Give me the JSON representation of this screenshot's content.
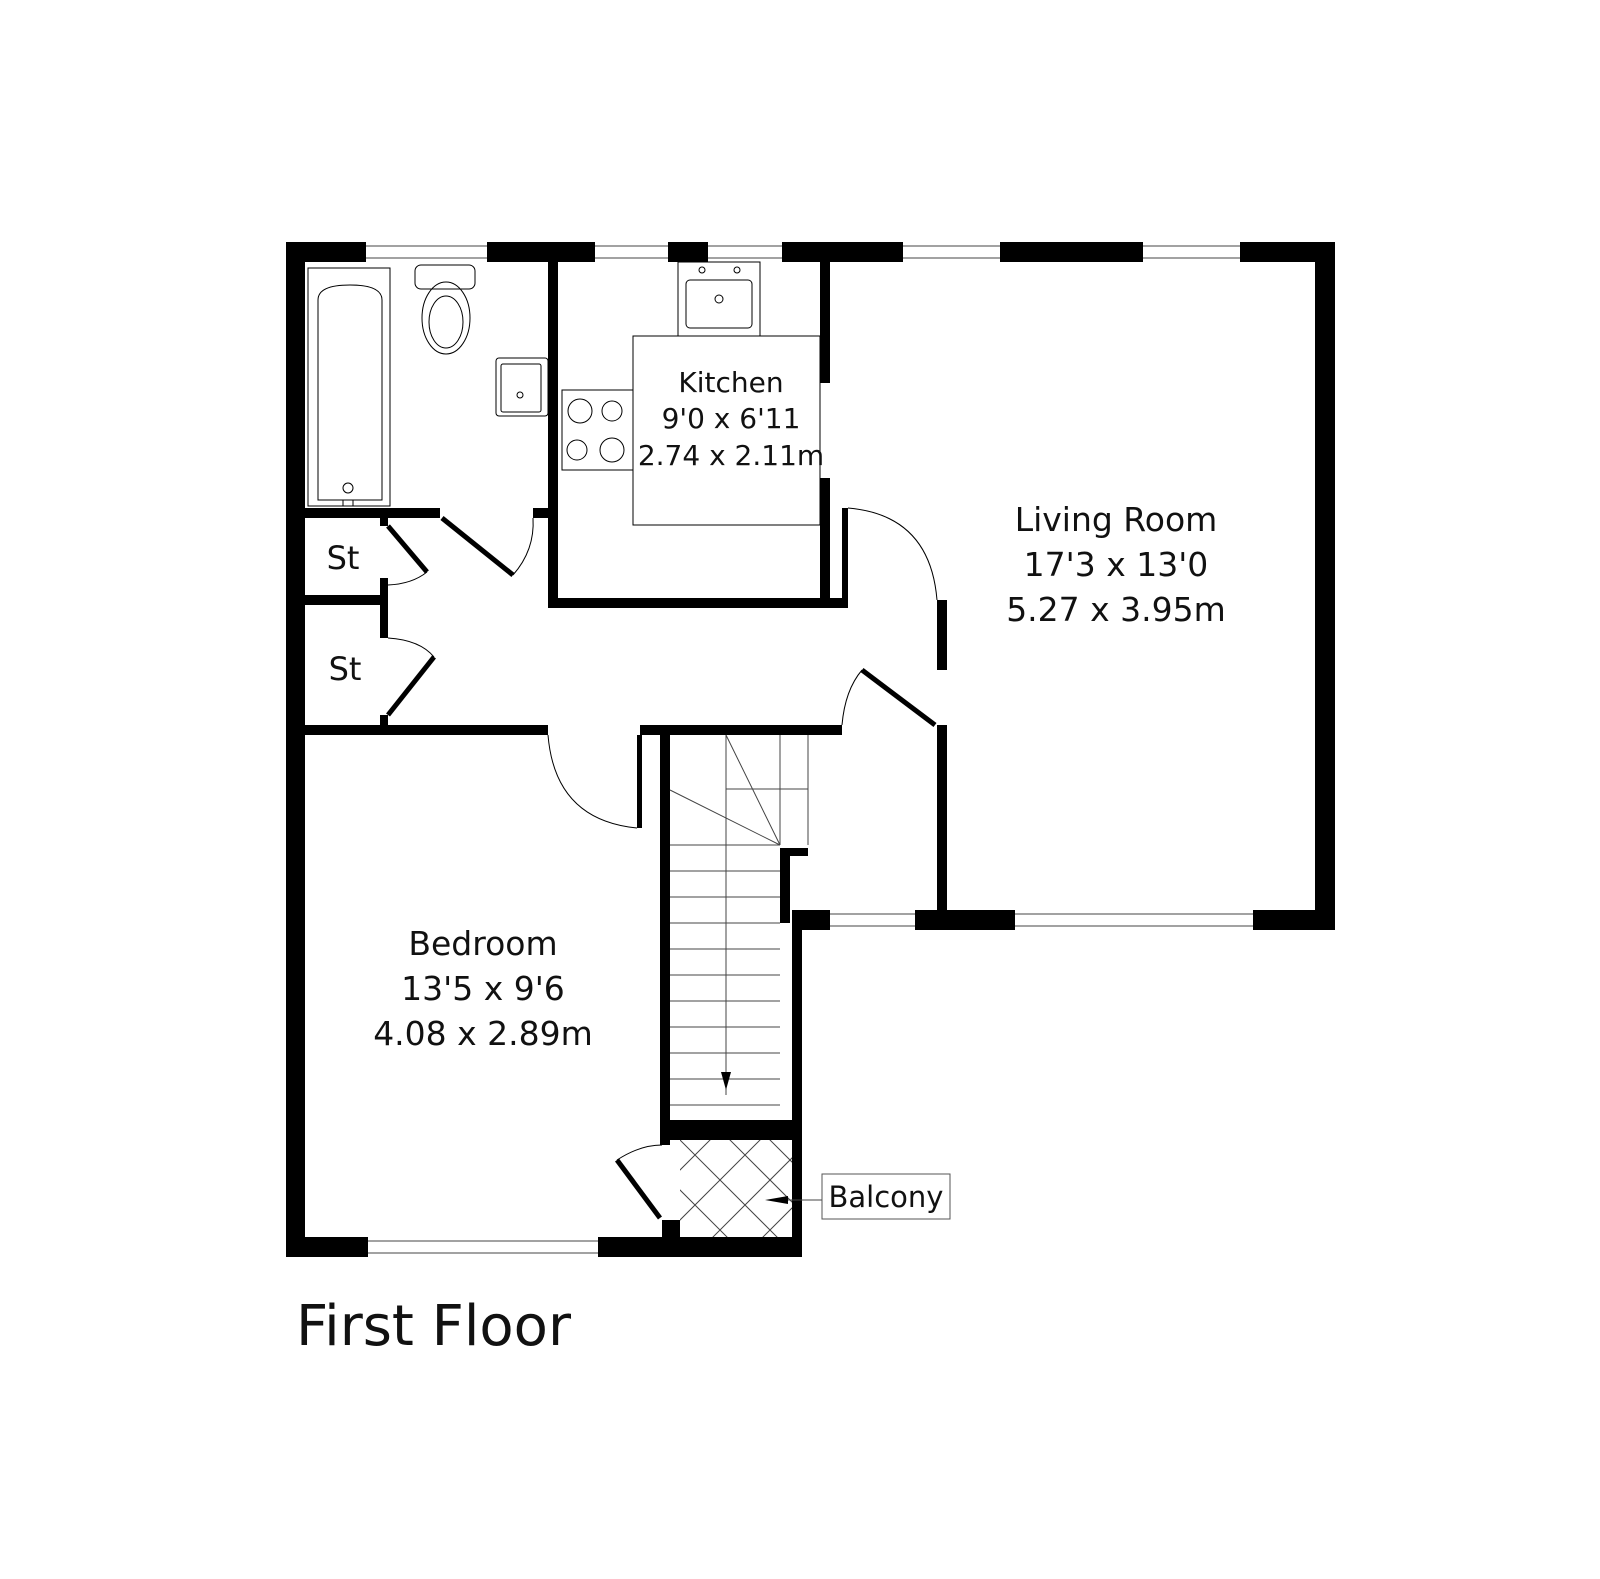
{
  "floor_title": "First Floor",
  "rooms": {
    "kitchen": {
      "name": "Kitchen",
      "imperial": "9'0 x 6'11",
      "metric": "2.74 x 2.11m"
    },
    "living_room": {
      "name": "Living Room",
      "imperial": "17'3 x 13'0",
      "metric": "5.27 x 3.95m"
    },
    "bedroom": {
      "name": "Bedroom",
      "imperial": "13'5 x 9'6",
      "metric": "4.08 x 2.89m"
    },
    "storage_1": {
      "name": "St"
    },
    "storage_2": {
      "name": "St"
    }
  },
  "callouts": {
    "balcony": "Balcony"
  },
  "colors": {
    "wall": "#000000",
    "background": "#ffffff"
  }
}
